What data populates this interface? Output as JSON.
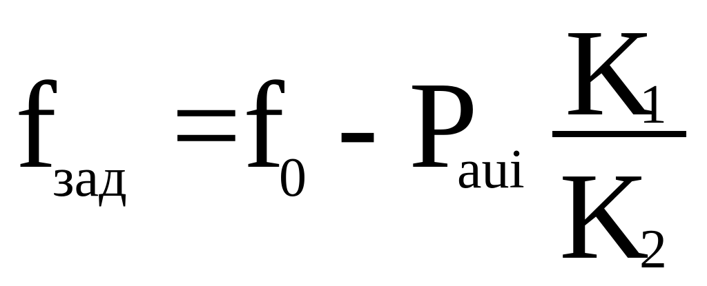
{
  "formula": {
    "lhs": {
      "symbol": "f",
      "subscript": "зад"
    },
    "equals": "=",
    "term1": {
      "symbol": "f",
      "subscript": "0"
    },
    "operator": "-",
    "term2": {
      "symbol": "P",
      "subscript": "aui"
    },
    "fraction": {
      "numerator": {
        "symbol": "K",
        "subscript": "1"
      },
      "denominator": {
        "symbol": "K",
        "subscript": "2"
      }
    }
  }
}
